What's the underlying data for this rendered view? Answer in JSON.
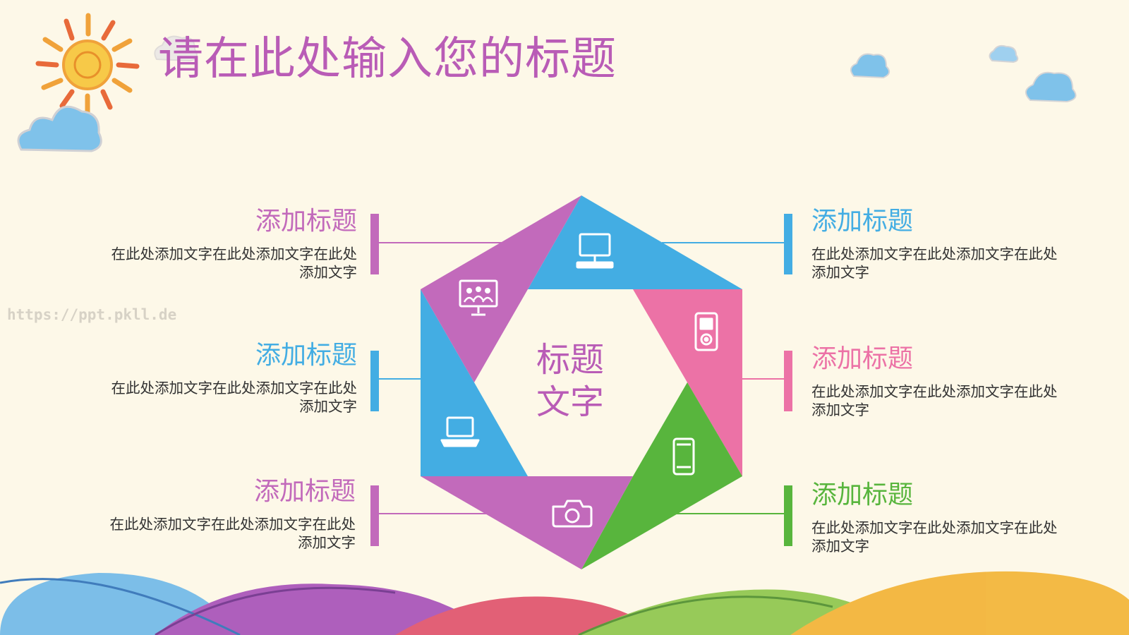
{
  "title": "请在此处输入您的标题",
  "watermark": "https://ppt.pkll.de",
  "center": {
    "line1": "标题",
    "line2": "文字"
  },
  "colors": {
    "purple": "#c26abb",
    "blue": "#43ade3",
    "pink": "#ec72a6",
    "green": "#58b53d",
    "title": "#b95cb6"
  },
  "left_items": [
    {
      "title": "添加标题",
      "body": "在此处添加文字在此处添加文字在此处添加文字",
      "color": "#c26abb"
    },
    {
      "title": "添加标题",
      "body": "在此处添加文字在此处添加文字在此处添加文字",
      "color": "#43ade3"
    },
    {
      "title": "添加标题",
      "body": "在此处添加文字在此处添加文字在此处添加文字",
      "color": "#c26abb"
    }
  ],
  "right_items": [
    {
      "title": "添加标题",
      "body": "在此处添加文字在此处添加文字在此处添加文字",
      "color": "#43ade3"
    },
    {
      "title": "添加标题",
      "body": "在此处添加文字在此处添加文字在此处添加文字",
      "color": "#ec72a6"
    },
    {
      "title": "添加标题",
      "body": "在此处添加文字在此处添加文字在此处添加文字",
      "color": "#58b53d"
    }
  ],
  "segment_icons": [
    "monitor-icon",
    "music-player-icon",
    "smartphone-icon",
    "camera-icon",
    "laptop-icon",
    "presentation-icon"
  ]
}
